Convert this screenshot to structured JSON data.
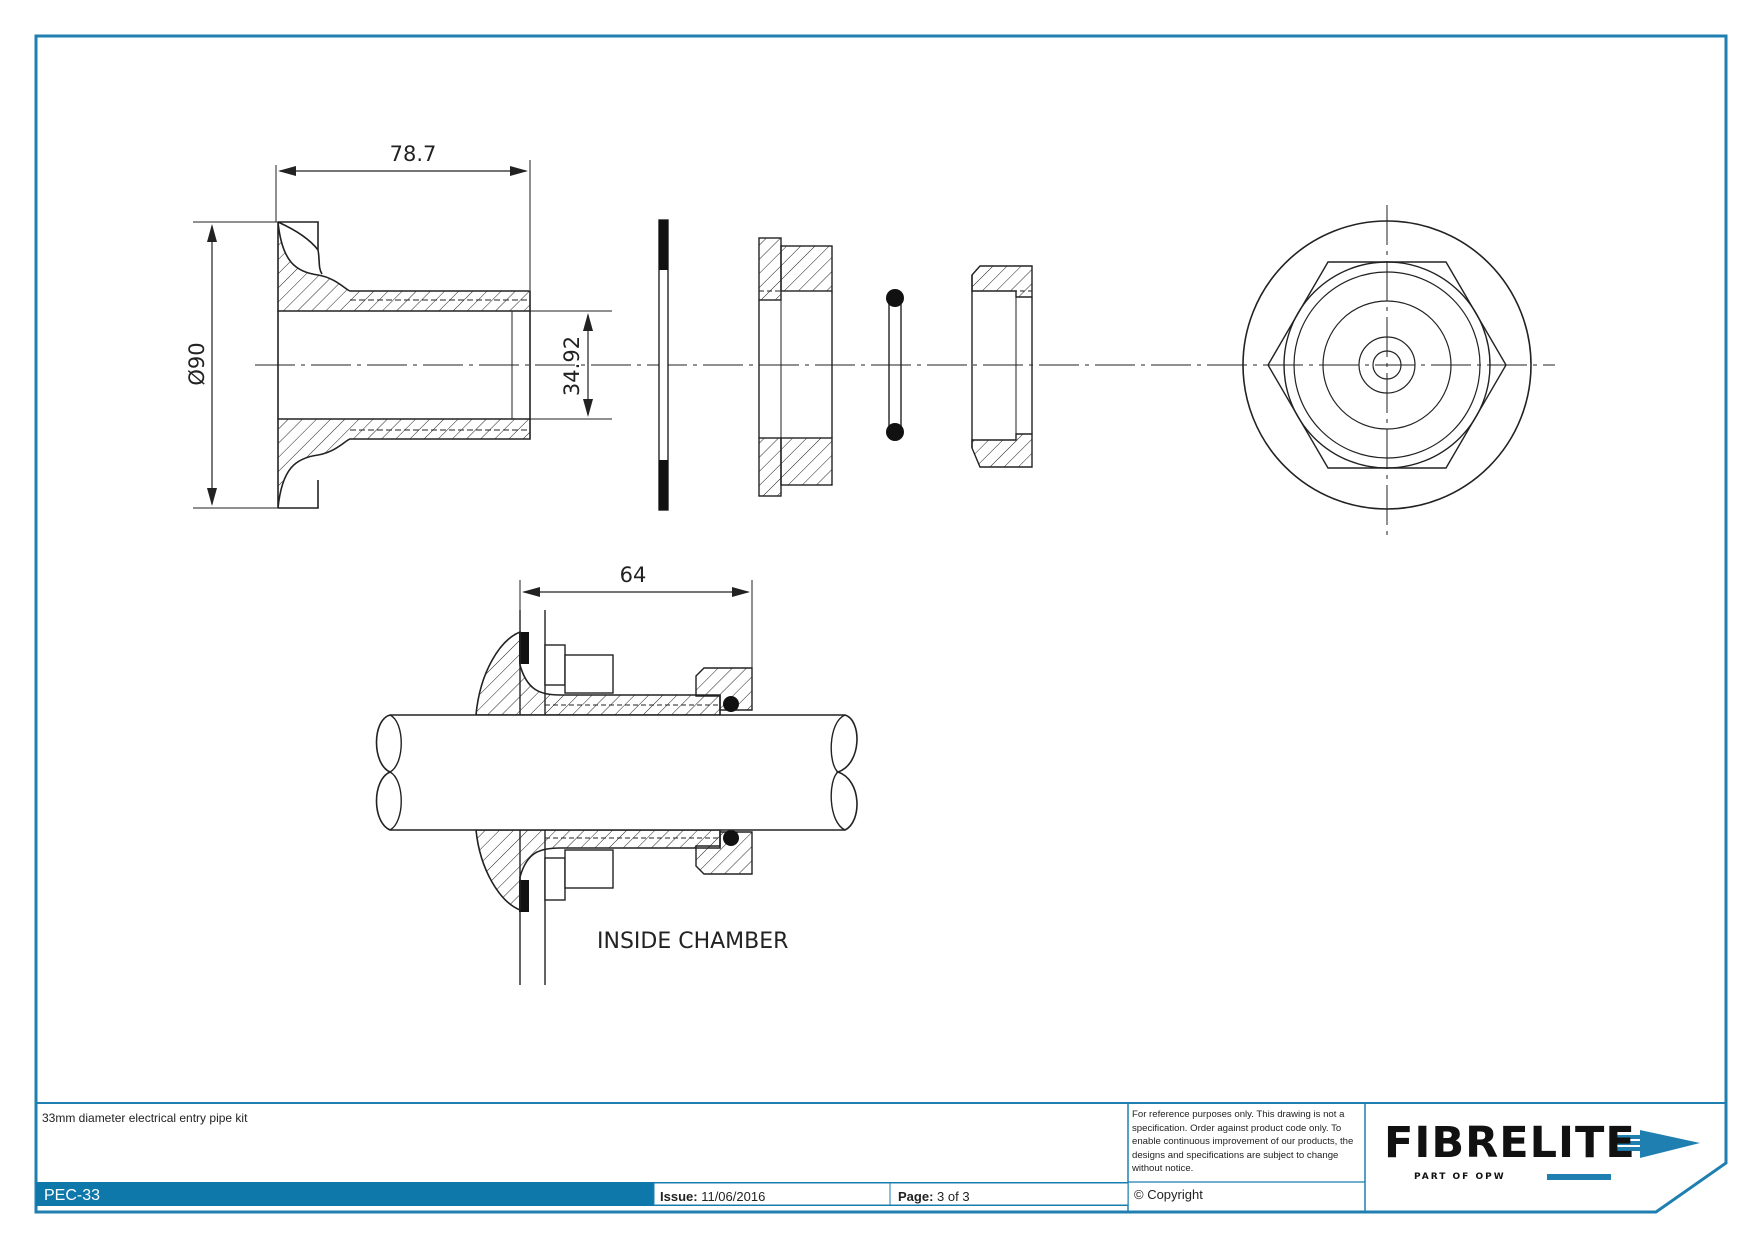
{
  "drawing": {
    "dims": {
      "length": "78.7",
      "flange_dia": "Ø90",
      "bore": "34.92",
      "installed_length": "64"
    },
    "labels": {
      "inside": "INSIDE CHAMBER"
    }
  },
  "title_block": {
    "description": "33mm diameter electrical entry pipe kit",
    "code": "PEC-33",
    "issue_label": "Issue:",
    "issue_value": "11/06/2016",
    "page_label": "Page:",
    "page_value": "3 of 3",
    "note": "For reference purposes only. This drawing is not a specification. Order against product code only.  To enable continuous improvement of our products, the designs and specifications are subject to change without notice.",
    "copyright": "© Copyright",
    "brand": "FIBRELITE",
    "brand_sub": "PART OF OPW",
    "colors": {
      "border": "#1f7fb0",
      "band": "#0f78ab"
    }
  }
}
